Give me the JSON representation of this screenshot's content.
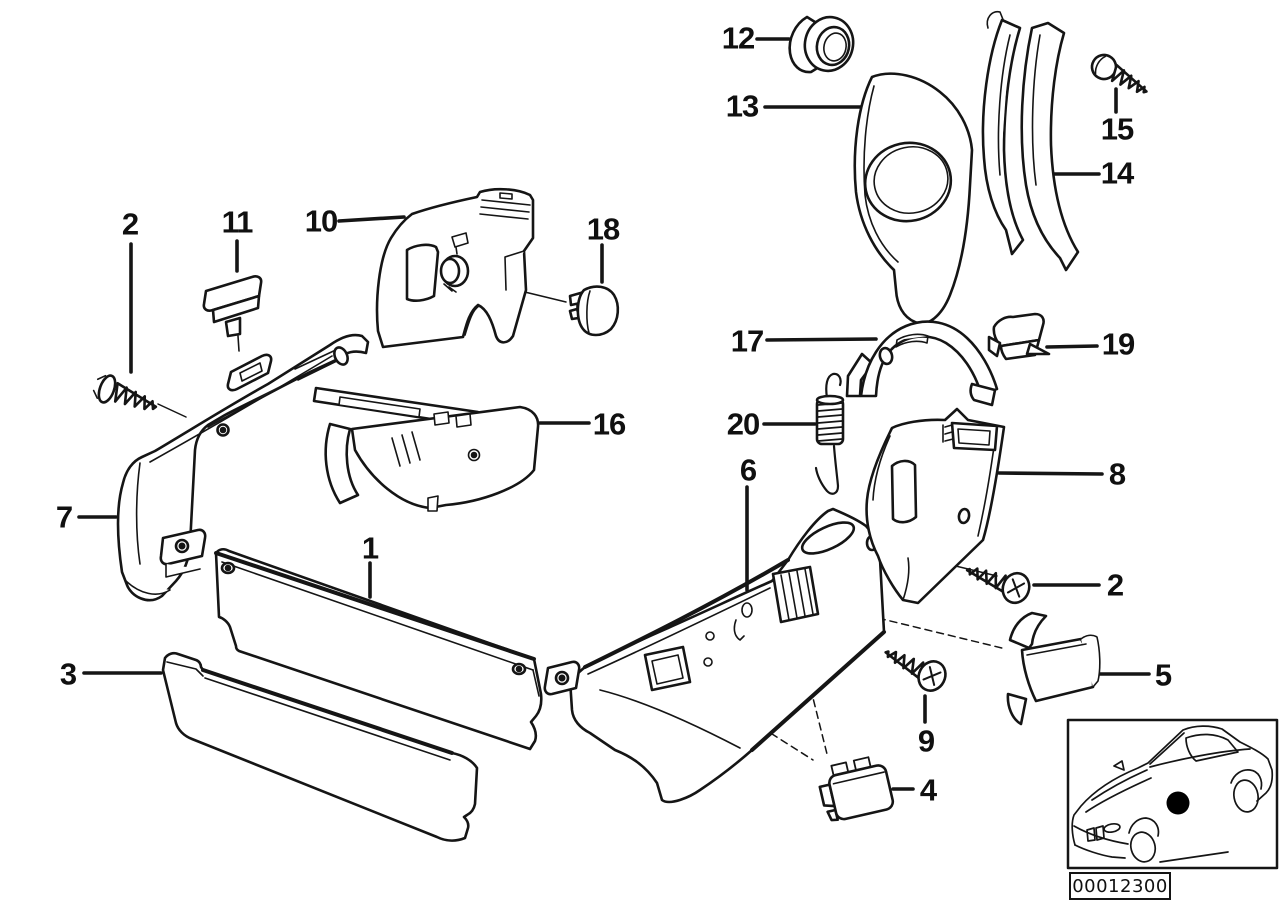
{
  "figure": {
    "kind": "exploded-parts-diagram",
    "code": "00012300"
  },
  "colors": {
    "line": "#151515",
    "background": "#ffffff",
    "locator_dot": "#000000"
  },
  "callouts": [
    {
      "id": "1",
      "label": "1"
    },
    {
      "id": "2a",
      "label": "2"
    },
    {
      "id": "2b",
      "label": "2"
    },
    {
      "id": "3",
      "label": "3"
    },
    {
      "id": "4",
      "label": "4"
    },
    {
      "id": "5",
      "label": "5"
    },
    {
      "id": "6",
      "label": "6"
    },
    {
      "id": "7",
      "label": "7"
    },
    {
      "id": "8",
      "label": "8"
    },
    {
      "id": "9",
      "label": "9"
    },
    {
      "id": "10",
      "label": "10"
    },
    {
      "id": "11",
      "label": "11"
    },
    {
      "id": "12",
      "label": "12"
    },
    {
      "id": "13",
      "label": "13"
    },
    {
      "id": "14",
      "label": "14"
    },
    {
      "id": "15",
      "label": "15"
    },
    {
      "id": "16",
      "label": "16"
    },
    {
      "id": "17",
      "label": "17"
    },
    {
      "id": "18",
      "label": "18"
    },
    {
      "id": "19",
      "label": "19"
    },
    {
      "id": "20",
      "label": "20"
    }
  ],
  "inset": {
    "code": "00012300"
  }
}
